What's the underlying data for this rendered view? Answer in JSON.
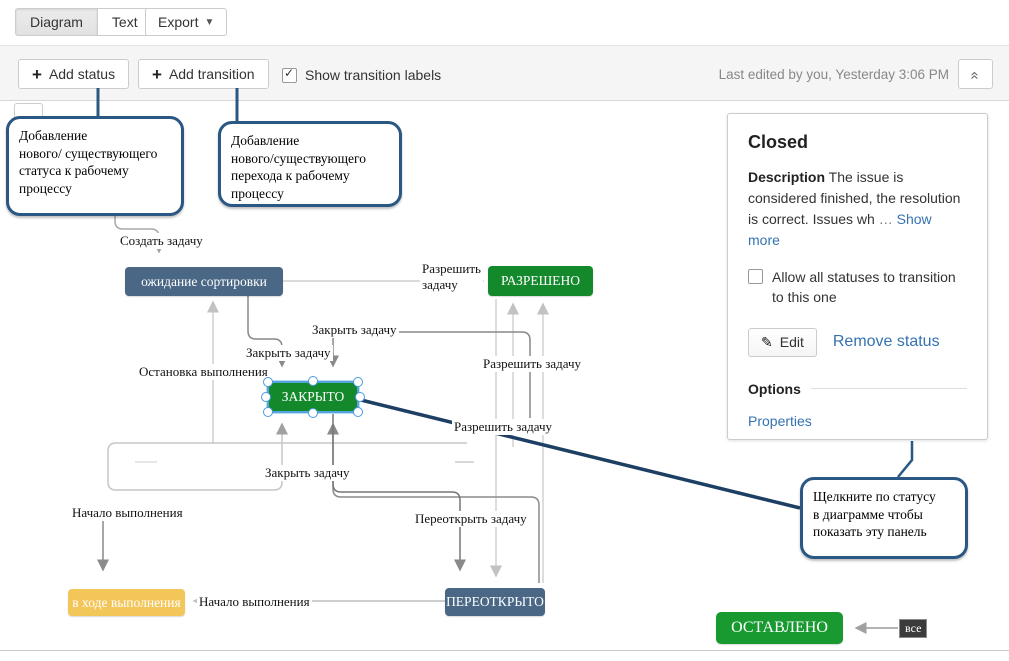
{
  "topbar": {
    "tabs": [
      {
        "label": "Diagram",
        "active": true
      },
      {
        "label": "Text",
        "active": false
      }
    ],
    "export_label": "Export"
  },
  "toolbar": {
    "add_status_label": "Add status",
    "add_transition_label": "Add transition",
    "show_transition_labels": "Show transition labels",
    "show_transition_checked": true,
    "last_edited": "Last edited by you, Yesterday 3:06 PM"
  },
  "callouts": {
    "add_status": "Добавление\nнового/ существующего\nстатуса к рабочему\nпроцессу",
    "add_transition": "Добавление\nнового/существующего\nперехода к рабочему\nпроцессу",
    "click_status": "Щелкните по статусу\nв диаграмме  чтобы\nпоказать эту панель",
    "stray_text": "рабочему"
  },
  "panel": {
    "title": "Closed",
    "description_label": "Description",
    "description_text": "The issue is considered finished, the resolution is correct. Issues wh",
    "ellipsis": "…",
    "show_more": "Show more",
    "allow_label": "Allow all statuses to transition to this one",
    "allow_checked": false,
    "edit_label": "Edit",
    "remove_label": "Remove status",
    "options_label": "Options",
    "properties_label": "Properties"
  },
  "diagram": {
    "nodes": [
      {
        "label": "ожидание сортировки",
        "color": "#4a6785"
      },
      {
        "label": "РАЗРЕШЕНО",
        "color": "#14892c"
      },
      {
        "label": "ЗАКРЫТО",
        "color": "#14892c",
        "selected": true
      },
      {
        "label": "в ходе выполнения",
        "color": "#f3c65a"
      },
      {
        "label": "ПЕРЕОТКРЫТО",
        "color": "#4a6785"
      },
      {
        "label": "ОСТАВЛЕНО",
        "color": "#189a31"
      }
    ],
    "labels": [
      {
        "text": "Создать задачу"
      },
      {
        "text": "Разрешить\nзадачу"
      },
      {
        "text": "Закрыть задачу"
      },
      {
        "text": "Закрыть задачу"
      },
      {
        "text": "Остановка выполнения"
      },
      {
        "text": "Разрешить задачу"
      },
      {
        "text": "Разрешить задачу"
      },
      {
        "text": "Закрыть задачу"
      },
      {
        "text": "Начало выполнения"
      },
      {
        "text": "Переоткрыть задачу"
      },
      {
        "text": "Начало выполнения"
      },
      {
        "text": "все"
      }
    ]
  },
  "colors": {
    "status_blue": "#4a6785",
    "status_green": "#14892c",
    "status_green_bright": "#189a31",
    "status_yellow": "#f3c65a",
    "selection_blue": "#55a5dd",
    "callout_border": "#2a5783",
    "connector_blue": "#1d3f63",
    "link_blue": "#3572b0",
    "toolbar_bg": "#f5f5f5"
  }
}
